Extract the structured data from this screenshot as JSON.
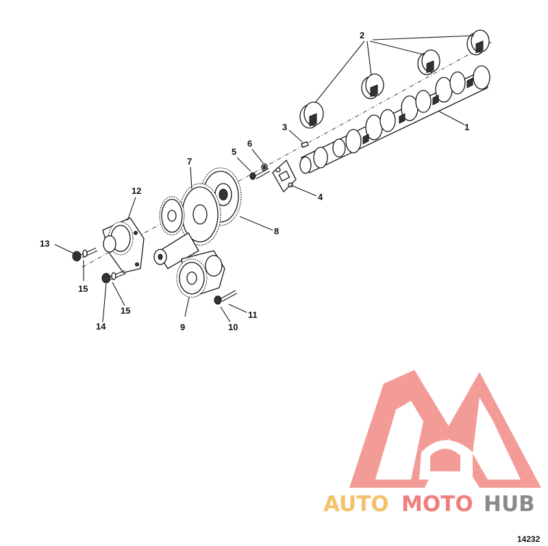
{
  "callouts": {
    "c1": "1",
    "c2": "2",
    "c3": "3",
    "c4": "4",
    "c5": "5",
    "c6": "6",
    "c7": "7",
    "c8": "8",
    "c9": "9",
    "c10": "10",
    "c11": "11",
    "c12": "12",
    "c13": "13",
    "c14": "14",
    "c15a": "15",
    "c15b": "15"
  },
  "figure_number": "14232",
  "watermark": {
    "segments": [
      "AUTO",
      "MOTO",
      "HUB"
    ],
    "colors": {
      "auto": "#f4c26a",
      "moto": "#f07e7e",
      "hub": "#8a8a8a",
      "logo": "#f28b86"
    }
  }
}
